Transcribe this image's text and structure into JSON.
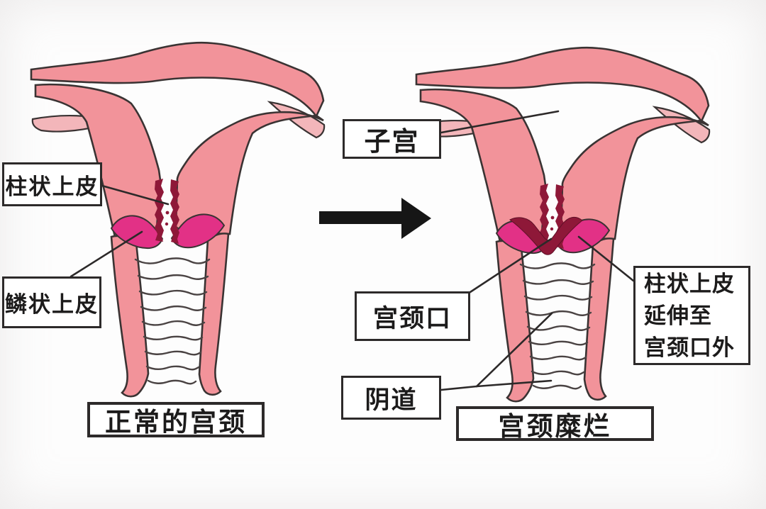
{
  "figure": {
    "left": {
      "caption": "正常的宫颈",
      "labels": {
        "columnar": "柱状上皮",
        "squamous": "鳞状上皮"
      }
    },
    "right": {
      "caption": "宫颈糜烂",
      "labels": {
        "uterus": "子宫",
        "cervical_os": "宫颈口",
        "vagina": "阴道",
        "columnar_extension_lines": [
          "柱状上皮",
          "延伸至",
          "宫颈口外"
        ]
      }
    }
  },
  "colors": {
    "body_pink": "#f2939a",
    "light_pink": "#f3b6ba",
    "ecto_magenta": "#e23186",
    "columnar_maroon": "#8e1838",
    "outline_dark": "#3a3333",
    "arrow_black": "#161616"
  }
}
